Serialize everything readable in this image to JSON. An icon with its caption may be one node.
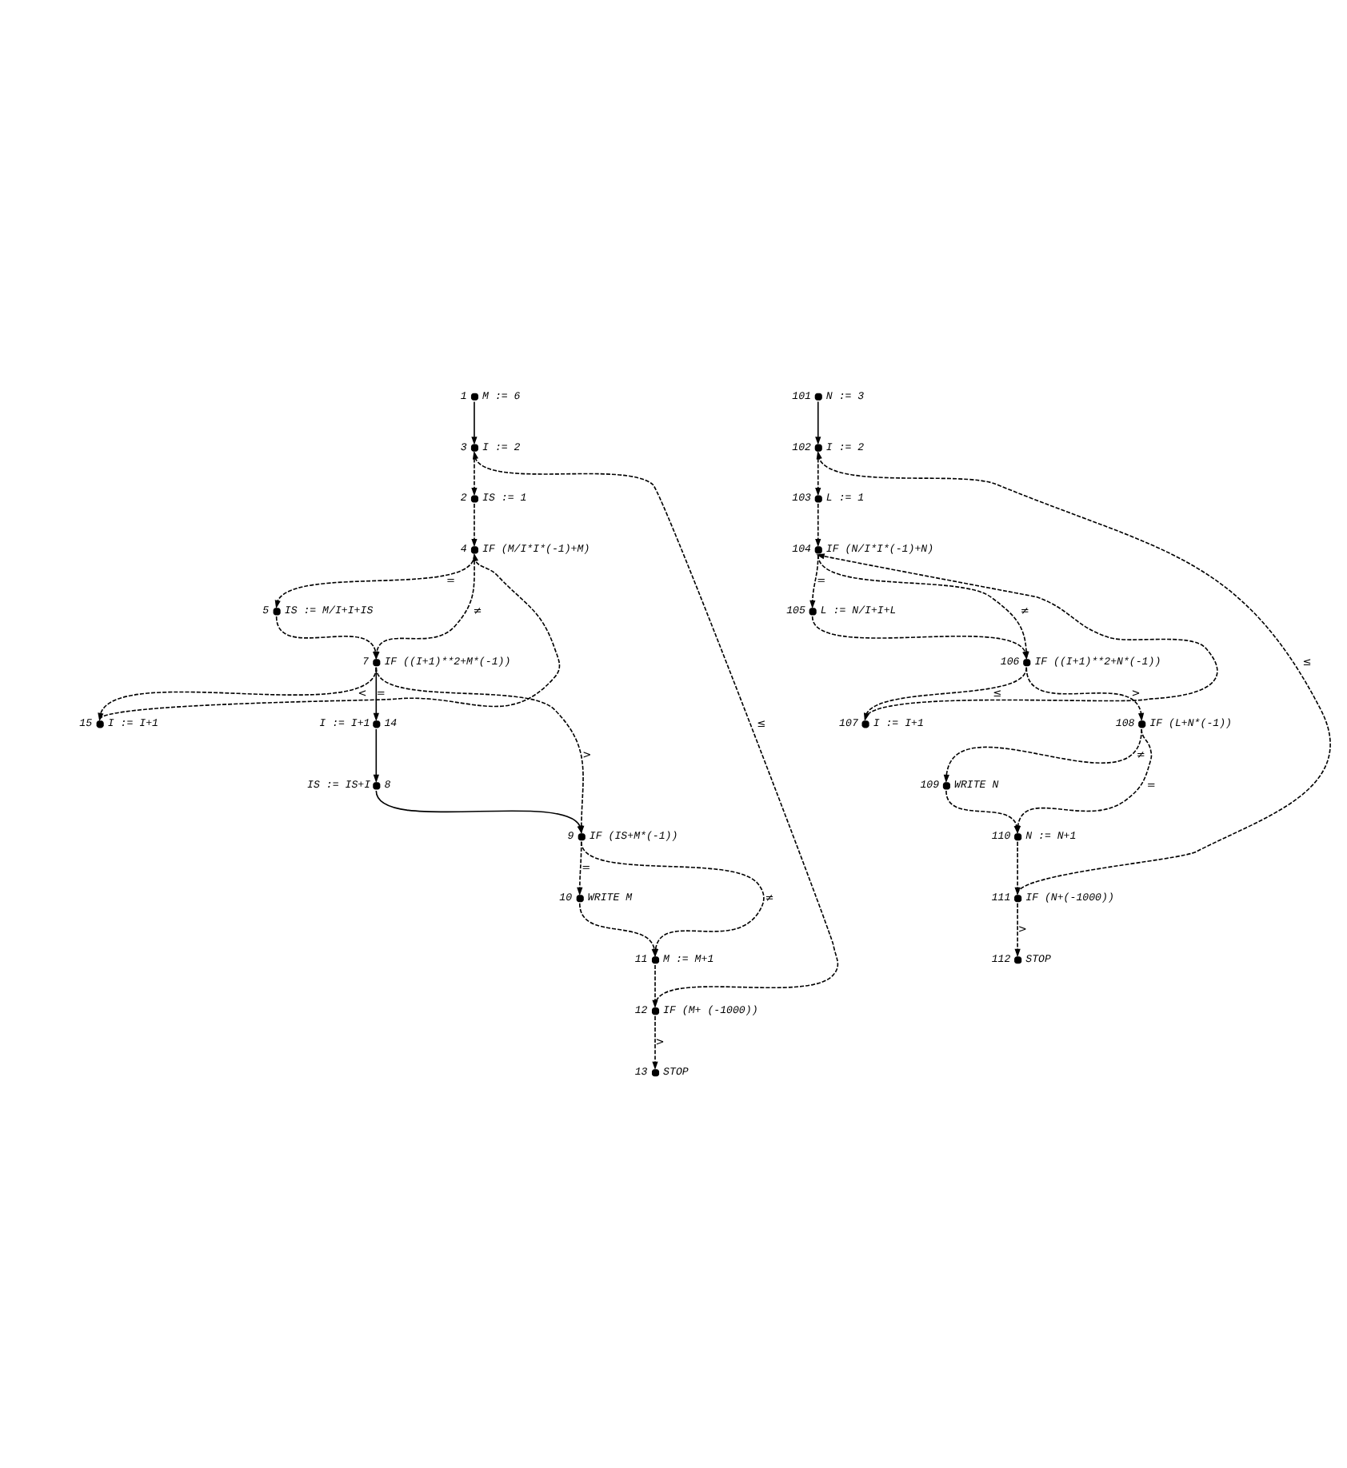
{
  "diagram": {
    "nodes": [
      {
        "text": [],
        "shape": "circle",
        "beside": [
          "1",
          "M := 6"
        ]
      },
      {
        "text": [],
        "shape": "circle",
        "beside": [
          "3",
          "I := 2"
        ]
      },
      {
        "text": [],
        "shape": "circle",
        "beside": [
          "2",
          "IS := 1"
        ]
      },
      {
        "text": [],
        "shape": "circle",
        "beside": [
          "4",
          "IF (M/I*I*(-1)+M)"
        ]
      },
      {
        "text": [],
        "shape": "circle",
        "beside": [
          "5",
          "IS := M/I+I+IS"
        ]
      },
      {
        "text": [],
        "shape": "circle",
        "beside": [
          "7",
          "IF ((I+1)**2+M*(-1))"
        ]
      },
      {
        "text": [],
        "shape": "circle",
        "beside": [
          "15",
          "I := I+1"
        ]
      },
      {
        "text": [],
        "shape": "circle",
        "beside": [
          "I := I+1",
          "14"
        ]
      },
      {
        "text": [],
        "shape": "circle",
        "beside": [
          "IS := IS+I",
          "8"
        ]
      },
      {
        "text": [],
        "shape": "circle",
        "beside": [
          "9",
          "IF (IS+M*(-1))"
        ]
      },
      {
        "text": [],
        "shape": "circle",
        "beside": [
          "10",
          "WRITE M"
        ]
      },
      {
        "text": [],
        "shape": "circle",
        "beside": [
          "11",
          "M := M+1"
        ]
      },
      {
        "text": [],
        "shape": "circle",
        "beside": [
          "12",
          "IF (M+ (-1000))"
        ]
      },
      {
        "text": [],
        "shape": "circle",
        "beside": [
          "13",
          "STOP"
        ]
      },
      {
        "text": [],
        "shape": "circle",
        "beside": [
          "101",
          "N := 3"
        ]
      },
      {
        "text": [],
        "shape": "circle",
        "beside": [
          "102",
          "I := 2"
        ]
      },
      {
        "text": [],
        "shape": "circle",
        "beside": [
          "103",
          "L := 1"
        ]
      },
      {
        "text": [],
        "shape": "circle",
        "beside": [
          "104",
          "IF (N/I*I*(-1)+N)"
        ]
      },
      {
        "text": [],
        "shape": "circle",
        "beside": [
          "105",
          "L := N/I+I+L"
        ]
      },
      {
        "text": [],
        "shape": "circle",
        "beside": [
          "106",
          "IF ((I+1)**2+N*(-1))"
        ]
      },
      {
        "text": [],
        "shape": "circle",
        "beside": [
          "107",
          "I := I+1"
        ]
      },
      {
        "text": [],
        "shape": "circle",
        "beside": [
          "108",
          "IF (L+N*(-1))"
        ]
      },
      {
        "text": [],
        "shape": "circle",
        "beside": [
          "109",
          "WRITE N"
        ]
      },
      {
        "text": [],
        "shape": "circle",
        "beside": [
          "110",
          "N := N+1"
        ]
      },
      {
        "text": [],
        "shape": "circle",
        "beside": [
          "111",
          "IF (N+(-1000))"
        ]
      },
      {
        "text": [],
        "shape": "circle",
        "beside": [
          "112",
          "STOP"
        ]
      }
    ],
    "edges": [
      {
        "from": 0,
        "to": 1,
        "arrow": "to"
      },
      {
        "from": 1,
        "to": 2,
        "arrow": "to",
        "style": "dashed"
      },
      {
        "from": 2,
        "to": 3,
        "arrow": "to",
        "style": "dashed"
      },
      {
        "from": 3,
        "to": 5,
        "arrow": "to",
        "style": "dashed",
        "label": "≠"
      },
      {
        "from": 3,
        "to": 4,
        "arrow": "to",
        "style": "dashed",
        "label": "="
      },
      {
        "from": 4,
        "to": 5,
        "arrow": "to",
        "style": "dashed"
      },
      {
        "from": 5,
        "to": 6,
        "arrow": "to",
        "style": "dashed",
        "label": "<"
      },
      {
        "from": 6,
        "to": 3,
        "arrow": "to",
        "style": "dashed"
      },
      {
        "from": 5,
        "to": 7,
        "arrow": "to",
        "label": "="
      },
      {
        "from": 7,
        "to": 8,
        "arrow": "to"
      },
      {
        "from": 8,
        "to": 9,
        "arrow": "to"
      },
      {
        "from": 5,
        "to": 9,
        "arrow": "to",
        "style": "dashed",
        "label": ">"
      },
      {
        "from": 9,
        "to": 11,
        "arrow": "to",
        "style": "dashed",
        "label": "≠"
      },
      {
        "from": 9,
        "to": 10,
        "arrow": "to",
        "style": "dashed",
        "label": "="
      },
      {
        "from": 10,
        "to": 11,
        "arrow": "to",
        "style": "dashed"
      },
      {
        "from": 11,
        "to": 12,
        "arrow": "to",
        "style": "dashed"
      },
      {
        "from": 12,
        "to": 13,
        "arrow": "to",
        "style": "dashed",
        "label": ">"
      },
      {
        "from": 12,
        "to": 1,
        "arrow": "to",
        "style": "dashed",
        "label": "≤"
      },
      {
        "from": 14,
        "to": 15,
        "arrow": "to"
      },
      {
        "from": 15,
        "to": 16,
        "arrow": "to",
        "style": "dashed"
      },
      {
        "from": 16,
        "to": 17,
        "arrow": "to",
        "style": "dashed"
      },
      {
        "from": 17,
        "to": 19,
        "arrow": "to",
        "style": "dashed",
        "label": "≠"
      },
      {
        "from": 17,
        "to": 18,
        "arrow": "to",
        "style": "dashed",
        "label": "="
      },
      {
        "from": 18,
        "to": 19,
        "arrow": "to",
        "style": "dashed"
      },
      {
        "from": 19,
        "to": 20,
        "arrow": "to",
        "style": "dashed",
        "label": "≤"
      },
      {
        "from": 20,
        "to": 17,
        "arrow": "to",
        "style": "dashed"
      },
      {
        "from": 19,
        "to": 21,
        "arrow": "to",
        "style": "dashed",
        "label": ">"
      },
      {
        "from": 21,
        "to": 23,
        "arrow": "to",
        "style": "dashed",
        "label": "="
      },
      {
        "from": 21,
        "to": 22,
        "arrow": "to",
        "style": "dashed",
        "label": "≠"
      },
      {
        "from": 22,
        "to": 23,
        "arrow": "to",
        "style": "dashed"
      },
      {
        "from": 23,
        "to": 24,
        "arrow": "to",
        "style": "dashed"
      },
      {
        "from": 24,
        "to": 25,
        "arrow": "to",
        "style": "dashed",
        "label": ">"
      },
      {
        "from": 24,
        "to": 15,
        "arrow": "to",
        "style": "dashed",
        "label": "≤"
      }
    ]
  }
}
